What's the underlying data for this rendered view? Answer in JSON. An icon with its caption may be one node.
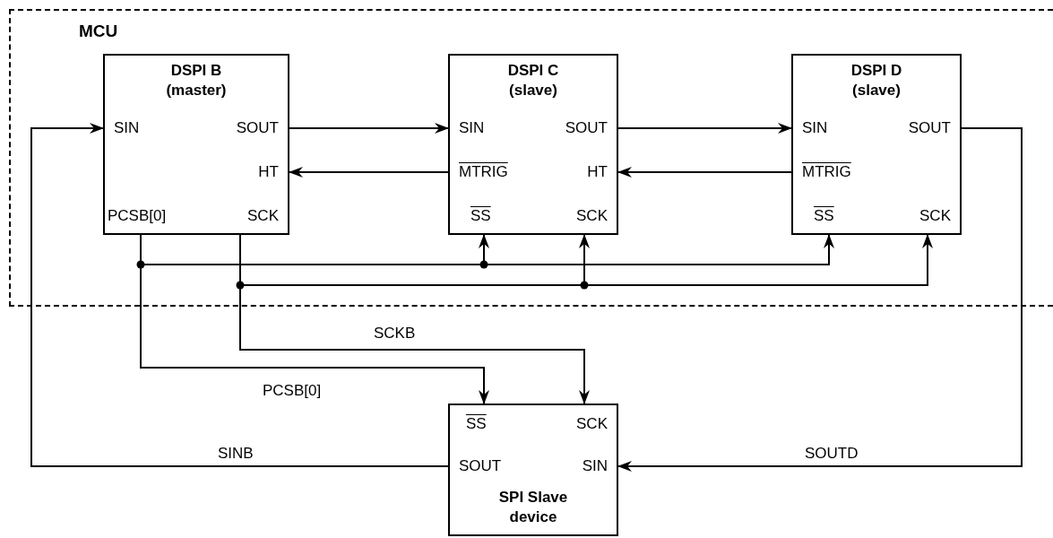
{
  "diagram": {
    "nodes": [
      {
        "text": [
          "MCU"
        ]
      },
      {
        "text": [
          "DSPI B (master)"
        ],
        "in": 0
      },
      {
        "text": [
          "SIN"
        ],
        "in": 1
      },
      {
        "text": [
          "SOUT"
        ],
        "in": 1
      },
      {
        "text": [
          "HT"
        ],
        "in": 1
      },
      {
        "text": [
          "PCSB[0]"
        ],
        "in": 1
      },
      {
        "text": [
          "SCK"
        ],
        "in": 1
      },
      {
        "text": [
          "DSPI C (slave)"
        ],
        "in": 0
      },
      {
        "text": [
          "SIN"
        ],
        "in": 7
      },
      {
        "text": [
          "SOUT"
        ],
        "in": 7
      },
      {
        "text": [
          "MTRIG"
        ],
        "in": 7
      },
      {
        "text": [
          "HT"
        ],
        "in": 7
      },
      {
        "text": [
          "SS"
        ],
        "in": 7
      },
      {
        "text": [
          "SCK"
        ],
        "in": 7
      },
      {
        "text": [
          "DSPI D (slave)"
        ],
        "in": 0
      },
      {
        "text": [
          "SIN"
        ],
        "in": 14
      },
      {
        "text": [
          "SOUT"
        ],
        "in": 14
      },
      {
        "text": [
          "MTRIG"
        ],
        "in": 14
      },
      {
        "text": [
          "SS"
        ],
        "in": 14
      },
      {
        "text": [
          "SCK"
        ],
        "in": 14
      },
      {
        "text": [
          "SPI Slave device"
        ]
      },
      {
        "text": [
          "SS"
        ],
        "in": 20
      },
      {
        "text": [
          "SCK"
        ],
        "in": 20
      },
      {
        "text": [
          "SOUT"
        ],
        "in": 20
      },
      {
        "text": [
          "SIN"
        ],
        "in": 20
      }
    ],
    "edges": [
      {
        "from": 3,
        "to": 8,
        "arrow": "to"
      },
      {
        "from": 9,
        "to": 15,
        "arrow": "to"
      },
      {
        "from": 10,
        "to": 4,
        "arrow": "to"
      },
      {
        "from": 17,
        "to": 11,
        "arrow": "to"
      },
      {
        "from": 5,
        "to": 12,
        "arrow": "to"
      },
      {
        "from": 5,
        "to": 18,
        "arrow": "to"
      },
      {
        "from": 5,
        "to": 21,
        "arrow": "to",
        "label": "PCSB[0]"
      },
      {
        "from": 6,
        "to": 13,
        "arrow": "to"
      },
      {
        "from": 6,
        "to": 19,
        "arrow": "to"
      },
      {
        "from": 6,
        "to": 22,
        "arrow": "to",
        "label": "SCKB"
      },
      {
        "from": 23,
        "to": 2,
        "arrow": "to",
        "label": "SINB"
      },
      {
        "from": 16,
        "to": 24,
        "arrow": "to",
        "label": "SOUTD"
      }
    ]
  }
}
